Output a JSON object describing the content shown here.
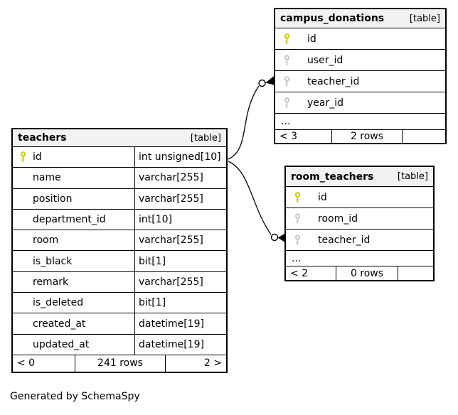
{
  "footer_note": "Generated by SchemaSpy",
  "colors": {
    "background": "#ffffff",
    "table_header_bg": "#f2f2f2",
    "border": "#000000",
    "primary_key_icon": "#cfcf00",
    "foreign_key_icon": "#c8c8c8"
  },
  "tables": {
    "teachers": {
      "name": "teachers",
      "tag": "[table]",
      "columns": [
        {
          "name": "id",
          "type": "int unsigned[10]",
          "key": "pk"
        },
        {
          "name": "name",
          "type": "varchar[255]",
          "key": ""
        },
        {
          "name": "position",
          "type": "varchar[255]",
          "key": ""
        },
        {
          "name": "department_id",
          "type": "int[10]",
          "key": ""
        },
        {
          "name": "room",
          "type": "varchar[255]",
          "key": ""
        },
        {
          "name": "is_black",
          "type": "bit[1]",
          "key": ""
        },
        {
          "name": "remark",
          "type": "varchar[255]",
          "key": ""
        },
        {
          "name": "is_deleted",
          "type": "bit[1]",
          "key": ""
        },
        {
          "name": "created_at",
          "type": "datetime[19]",
          "key": ""
        },
        {
          "name": "updated_at",
          "type": "datetime[19]",
          "key": ""
        }
      ],
      "footer": {
        "left": "< 0",
        "center": "241 rows",
        "right": "2 >"
      }
    },
    "campus_donations": {
      "name": "campus_donations",
      "tag": "[table]",
      "columns": [
        {
          "name": "id",
          "key": "pk"
        },
        {
          "name": "user_id",
          "key": "fk"
        },
        {
          "name": "teacher_id",
          "key": "fk"
        },
        {
          "name": "year_id",
          "key": "fk"
        }
      ],
      "ellipsis": "...",
      "footer": {
        "left": "< 3",
        "center": "2 rows",
        "right": ""
      }
    },
    "room_teachers": {
      "name": "room_teachers",
      "tag": "[table]",
      "columns": [
        {
          "name": "id",
          "key": "pk"
        },
        {
          "name": "room_id",
          "key": "fk"
        },
        {
          "name": "teacher_id",
          "key": "fk"
        }
      ],
      "ellipsis": "...",
      "footer": {
        "left": "< 2",
        "center": "0 rows",
        "right": ""
      }
    }
  },
  "relationships": [
    {
      "from": "teachers.id",
      "to": "campus_donations.teacher_id"
    },
    {
      "from": "teachers.id",
      "to": "room_teachers.teacher_id"
    }
  ]
}
